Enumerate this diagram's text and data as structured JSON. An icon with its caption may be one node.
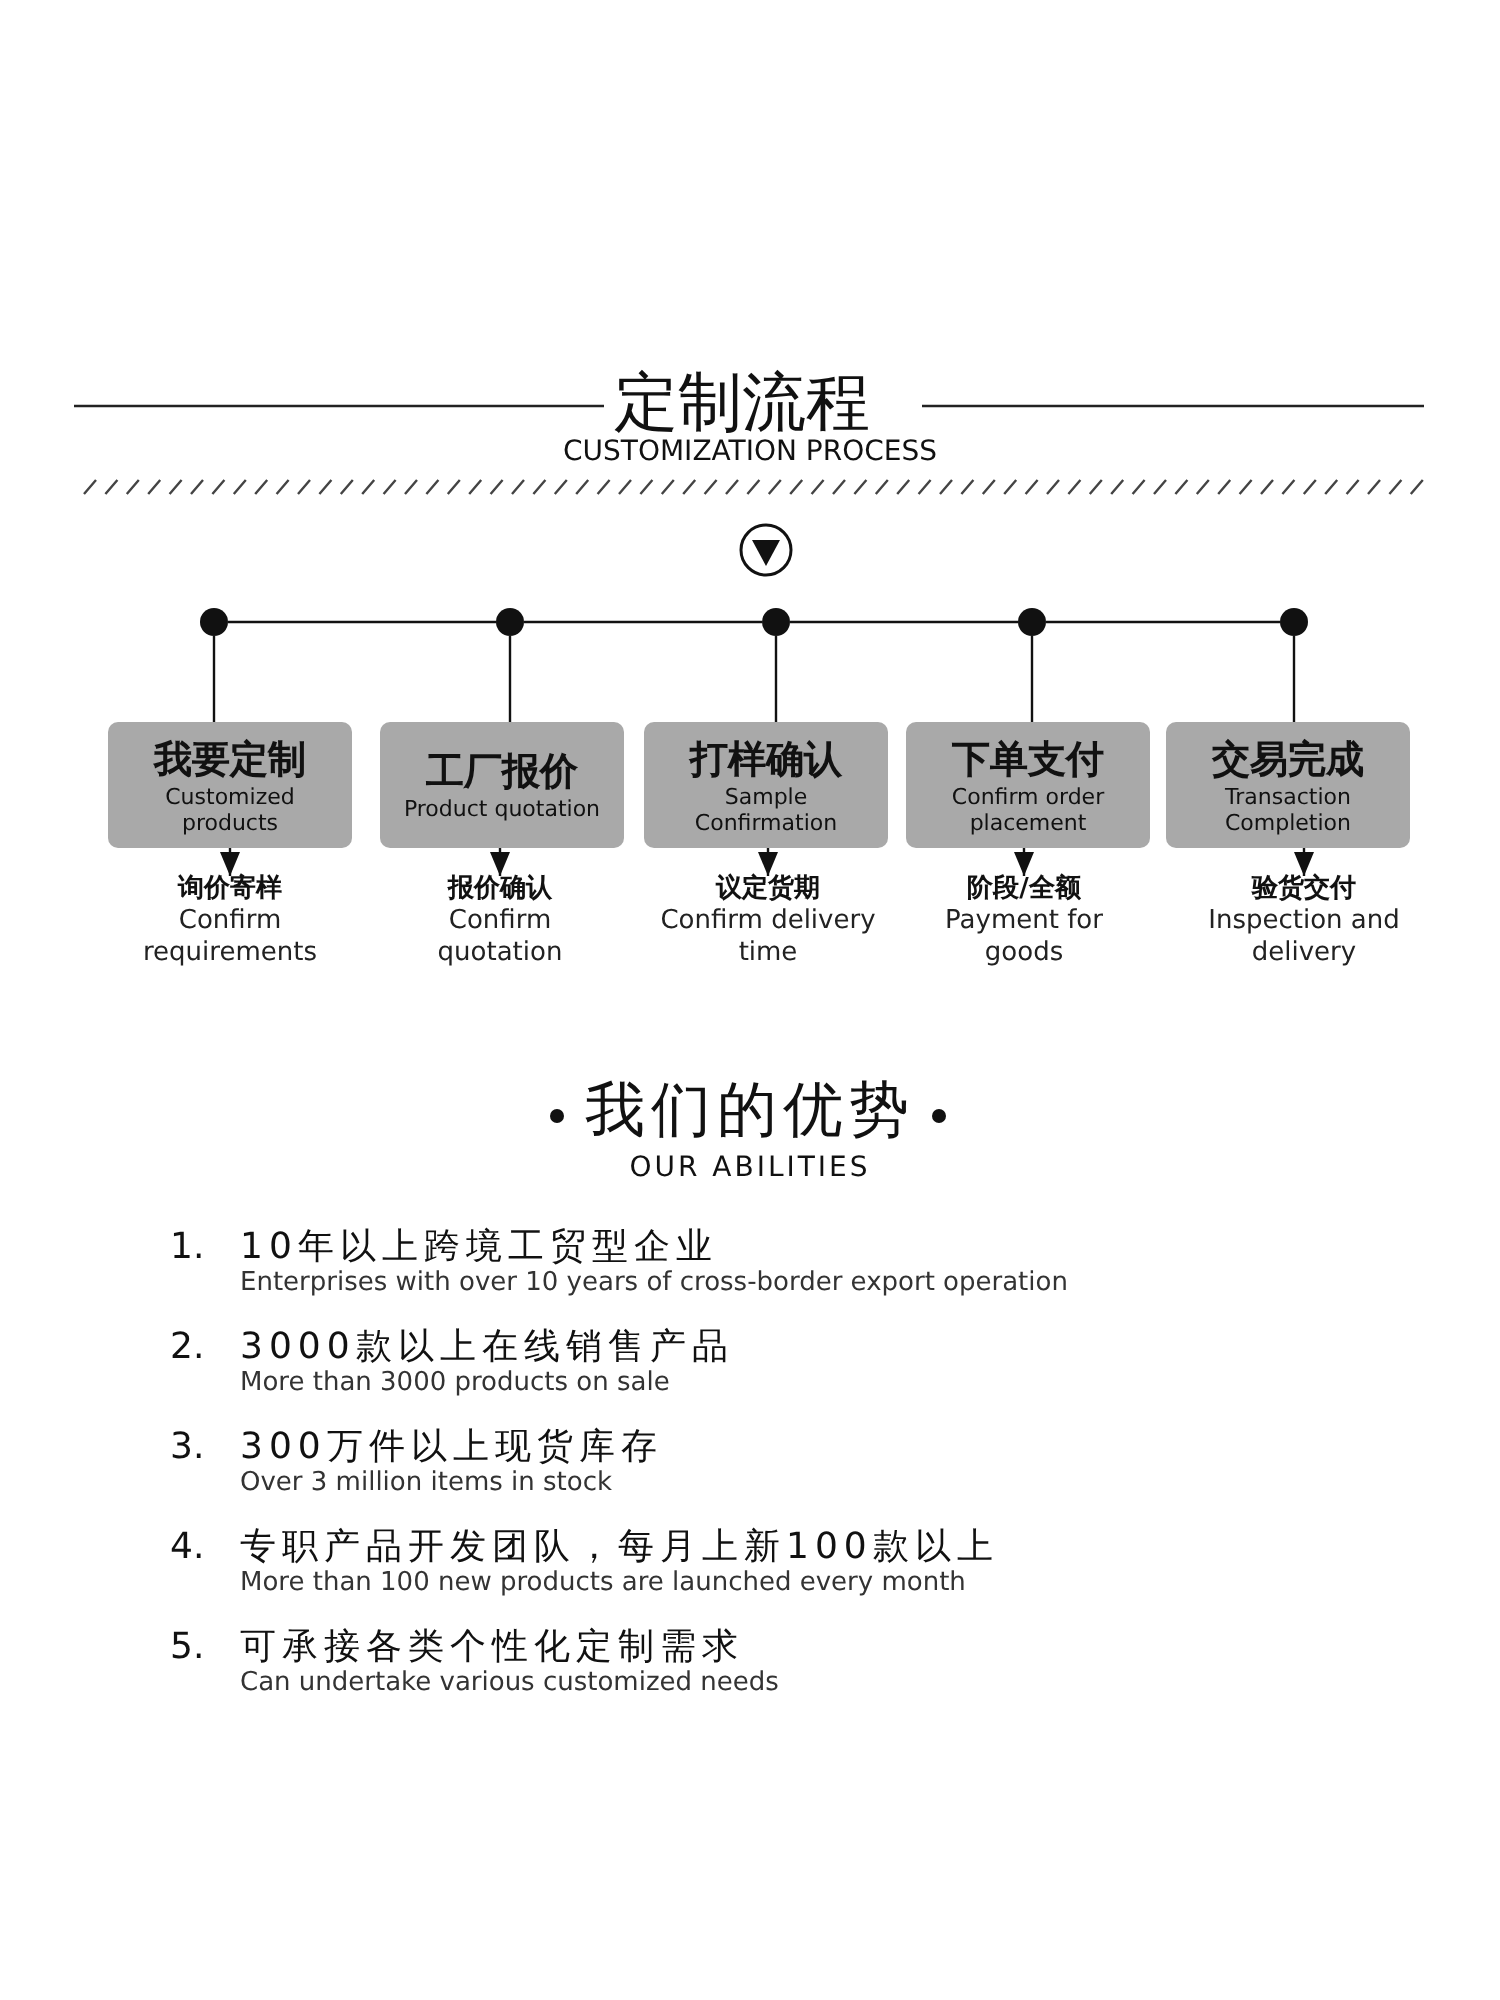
{
  "diagram": {
    "title": "定制流程",
    "nodes": [
      {
        "text": [],
        "shape": "circle"
      },
      {
        "text": [],
        "shape": "circle"
      },
      {
        "text": [],
        "shape": "circle"
      },
      {
        "text": [],
        "shape": "circle"
      },
      {
        "text": [],
        "shape": "circle"
      },
      {
        "text": [
          "我要定制",
          "Customized products"
        ]
      },
      {
        "text": [
          "工厂报价",
          "Product quotation"
        ]
      },
      {
        "text": [
          "打样确认",
          "Sample Confirmation"
        ]
      },
      {
        "text": [
          "下单支付",
          "Confirm order placement"
        ]
      },
      {
        "text": [
          "交易完成",
          "Transaction Completion"
        ]
      },
      {
        "text": [
          "询价寄样",
          "Confirm requirements"
        ]
      },
      {
        "text": [
          "报价确认",
          "Confirm quotation"
        ]
      },
      {
        "text": [
          "议定货期",
          "Confirm delivery time"
        ]
      },
      {
        "text": [
          "阶段/全额",
          "Payment for goods"
        ]
      },
      {
        "text": [
          "验货交付",
          "Inspection and delivery"
        ]
      }
    ],
    "edges": [
      {
        "from": 0,
        "to": 1,
        "arrow": "none"
      },
      {
        "from": 1,
        "to": 2,
        "arrow": "none"
      },
      {
        "from": 2,
        "to": 3,
        "arrow": "none"
      },
      {
        "from": 3,
        "to": 4,
        "arrow": "none"
      },
      {
        "from": 0,
        "to": 5,
        "arrow": "none"
      },
      {
        "from": 1,
        "to": 6,
        "arrow": "none"
      },
      {
        "from": 2,
        "to": 7,
        "arrow": "none"
      },
      {
        "from": 3,
        "to": 8,
        "arrow": "none"
      },
      {
        "from": 4,
        "to": 9,
        "arrow": "none"
      },
      {
        "from": 5,
        "to": 10,
        "arrow": "to"
      },
      {
        "from": 6,
        "to": 11,
        "arrow": "to"
      },
      {
        "from": 7,
        "to": 12,
        "arrow": "to"
      },
      {
        "from": 8,
        "to": 13,
        "arrow": "to"
      },
      {
        "from": 9,
        "to": 14,
        "arrow": "to"
      }
    ],
    "labels": [
      "CUSTOMIZATION PROCESS",
      "我们的优势",
      "OUR ABILITIES",
      "1.",
      "10年以上跨境工贸型企业",
      "Enterprises with over 10 years of cross-border export operation",
      "2.",
      "3000款以上在线销售产品",
      "More than 3000 products on sale",
      "3.",
      "300万件以上现货库存",
      "Over 3 million items in stock",
      "4.",
      "专职产品开发团队，每月上新100款以上",
      "More than 100 new products are launched every month",
      "5.",
      "可承接各类个性化定制需求",
      "Can undertake various customized needs"
    ]
  }
}
